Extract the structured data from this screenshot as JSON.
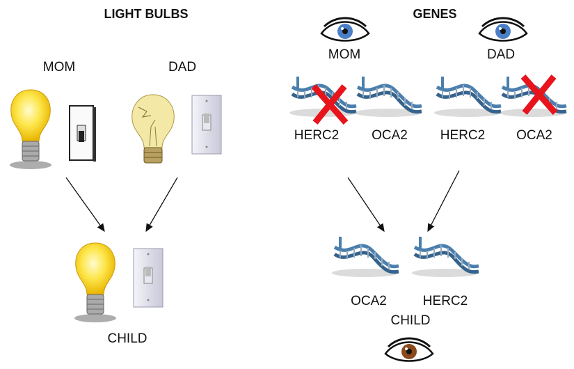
{
  "light_bulbs": {
    "title": "LIGHT BULBS",
    "mom_label": "MOM",
    "dad_label": "DAD",
    "child_label": "CHILD"
  },
  "genes": {
    "title": "GENES",
    "mom_label": "MOM",
    "dad_label": "DAD",
    "mom_genes": [
      "HERC2",
      "OCA2"
    ],
    "dad_genes": [
      "HERC2",
      "OCA2"
    ],
    "child_genes": [
      "OCA2",
      "HERC2"
    ],
    "child_label": "CHILD"
  },
  "colors": {
    "blue_eye": "#4a7fc8",
    "brown_eye": "#8a4a1c",
    "cross": "#e8141b",
    "bulb": "#f7d21c",
    "dna": "#4b7fae"
  }
}
